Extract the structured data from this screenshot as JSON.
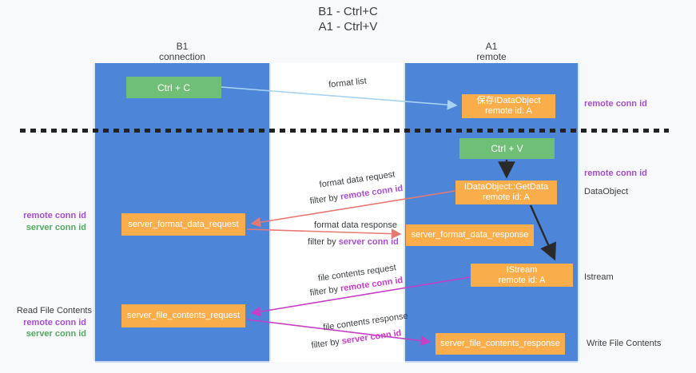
{
  "title": {
    "line1": "B1 - Ctrl+C",
    "line2": "A1 - Ctrl+V"
  },
  "lanes": {
    "left": {
      "header_line1": "B1",
      "header_line2": "connection"
    },
    "right": {
      "header_line1": "A1",
      "header_line2": "remote"
    }
  },
  "boxes": {
    "ctrl_c": {
      "label": "Ctrl + C"
    },
    "ctrl_v": {
      "label": "Ctrl + V"
    },
    "save_dataobject": {
      "line1": "保存IDataObject",
      "line2": "remote id: A"
    },
    "getdata": {
      "line1": "IDataObject::GetData",
      "line2": "remote id: A"
    },
    "format_request": {
      "label": "server_format_data_request"
    },
    "format_response": {
      "label": "server_format_data_response"
    },
    "istream": {
      "line1": "IStream",
      "line2": "remote id: A"
    },
    "file_request": {
      "label": "server_file_contents_request"
    },
    "file_response": {
      "label": "server_file_contents_response"
    }
  },
  "flow_labels": {
    "format_list": "format list",
    "format_data_request": "format data request",
    "filter_remote_1": {
      "prefix": "filter by ",
      "highlight": "remote conn id"
    },
    "format_data_response": "format data response",
    "filter_server_1": {
      "prefix": "filter by ",
      "highlight": "server conn id"
    },
    "file_contents_request": "file contents request",
    "filter_remote_2": {
      "prefix": "filter by ",
      "highlight": "remote conn id"
    },
    "file_contents_response": "file contents response",
    "filter_server_2": {
      "prefix": "filter by ",
      "highlight": "server conn id"
    }
  },
  "side_labels": {
    "right_remote_top": "remote conn id",
    "right_remote_mid": "remote conn id",
    "dataobject": "DataObject",
    "istream": "Istream",
    "write_file": "Write File Contents",
    "left_remote_1": "remote conn id",
    "left_server_1": "server conn id",
    "read_file": "Read File Contents",
    "left_remote_2": "remote conn id",
    "left_server_2": "server conn id"
  },
  "colors": {
    "lane_blue": "#4d86d8",
    "box_orange": "#f9ae4b",
    "box_green": "#6fbf77",
    "purple_text": "#a44fc9",
    "green_text": "#55a763",
    "magenta_arrow": "#c73ec7",
    "salmon_arrow": "#e87872",
    "lightblue_arrow": "#a8d3f2"
  }
}
